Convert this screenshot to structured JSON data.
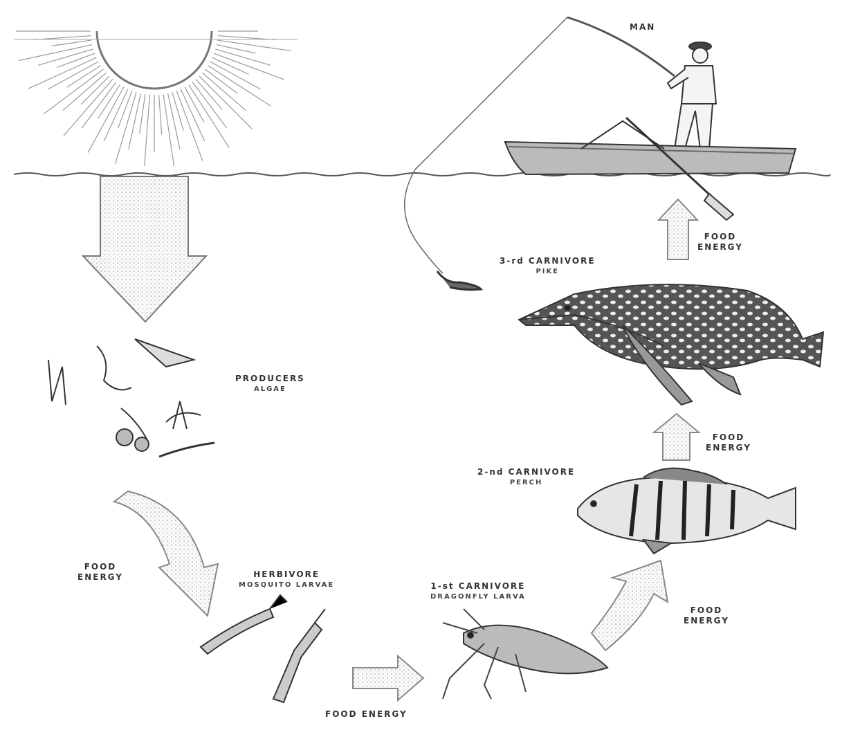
{
  "labels": {
    "man": "MAN",
    "producers": {
      "title": "PRODUCERS",
      "subtitle": "ALGAE"
    },
    "herbivore": {
      "title": "HERBIVORE",
      "subtitle": "MOSQUITO LARVAE"
    },
    "carnivore1": {
      "title": "1-st CARNIVORE",
      "subtitle": "DRAGONFLY LARVA"
    },
    "carnivore2": {
      "title": "2-nd CARNIVORE",
      "subtitle": "PERCH"
    },
    "carnivore3": {
      "title": "3-rd CARNIVORE",
      "subtitle": "PIKE"
    },
    "food_energy_line1": "FOOD",
    "food_energy_line2": "ENERGY",
    "food_energy_bottom": "FOOD ENERGY"
  },
  "icons": [
    "sun-icon",
    "fisherman-icon",
    "boat-icon",
    "algae-icon",
    "larvae-icon",
    "dragonfly-larva-icon",
    "perch-icon",
    "pike-icon",
    "food-energy-arrow-icon"
  ]
}
